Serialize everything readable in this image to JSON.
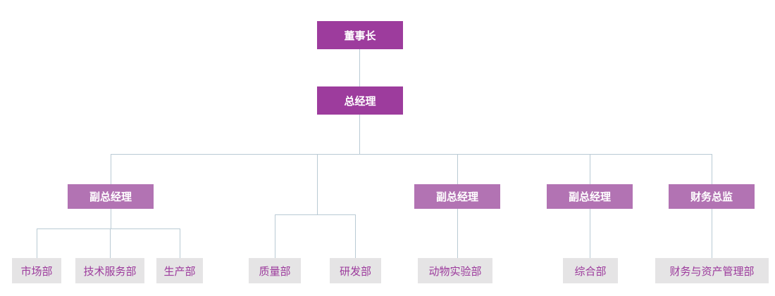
{
  "org_chart": {
    "type": "org-tree",
    "chairman": {
      "label": "董事长"
    },
    "general_manager": {
      "label": "总经理"
    },
    "managers": [
      {
        "id": "deputy-gm-1",
        "label": "副总经理"
      },
      {
        "id": "deputy-gm-2",
        "label": "副总经理"
      },
      {
        "id": "deputy-gm-3",
        "label": "副总经理"
      },
      {
        "id": "finance-director",
        "label": "财务总监"
      }
    ],
    "departments": [
      {
        "id": "marketing",
        "label": "市场部"
      },
      {
        "id": "technical-service",
        "label": "技术服务部"
      },
      {
        "id": "production",
        "label": "生产部"
      },
      {
        "id": "quality",
        "label": "质量部"
      },
      {
        "id": "research-development",
        "label": "研发部"
      },
      {
        "id": "animal-experiment",
        "label": "动物实验部"
      },
      {
        "id": "general-affairs",
        "label": "综合部"
      },
      {
        "id": "finance-asset-management",
        "label": "财务与资产管理部"
      }
    ],
    "colors": {
      "executive_box": "#9D3C9D",
      "manager_box": "#B273B3",
      "department_box": "#E5E4E5",
      "department_text": "#9C3A9C",
      "connector_line": "#B9CAD4"
    }
  }
}
